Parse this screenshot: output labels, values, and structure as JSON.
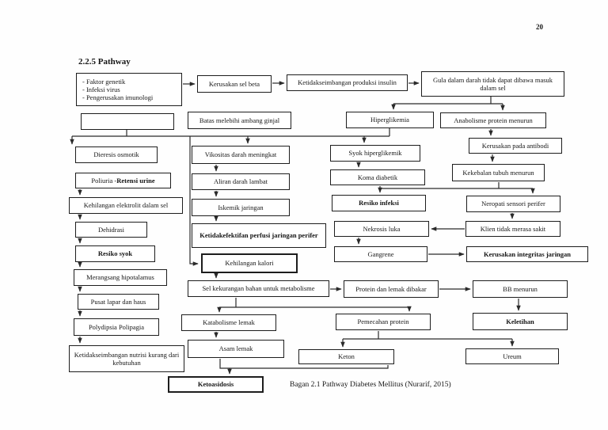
{
  "page": {
    "number": "20",
    "title": "2.2.5 Pathway",
    "caption": "Bagan 2.1 Pathway Diabetes Mellitus (Nurarif, 2015)"
  },
  "colors": {
    "line": "#2a2a2a",
    "text": "#161616",
    "background": "#ffffff",
    "box_border": "#1d1d1d"
  },
  "nodes": {
    "genetik_list": {
      "items": [
        "- Faktor genetik",
        "- Infeksi virus",
        "- Pengerusakan imunologi"
      ]
    },
    "kerusakan_sel_beta": {
      "label": "Kerusakan sel beta"
    },
    "ketidakseimbangan_insulin": {
      "label": "Ketidakseimbangan produksi insulin"
    },
    "gula_darah": {
      "label": "Gula dalam darah tidak dapat dibawa masuk dalam sel"
    },
    "empty_box": {
      "label": ""
    },
    "batas_ambang": {
      "label": "Batas melebihi ambang ginjal"
    },
    "hiperglikemia": {
      "label": "Hiperglikemia"
    },
    "anabolisme": {
      "label": "Anabolisme protein menurun"
    },
    "dieresis": {
      "label": "Dieresis osmotik"
    },
    "poliuria": {
      "prefix": "Poliuria - ",
      "bold_part": "Retensi urine"
    },
    "kehilangan_elektrolit": {
      "label": "Kehilangan elektrolit dalam sel"
    },
    "dehidrasi": {
      "label": "Dehidrasi"
    },
    "resiko_syok": {
      "label": "Resiko syok"
    },
    "merangsang": {
      "label": "Merangsang hipotalamus"
    },
    "pusat_lapar": {
      "label": "Pusat lapar dan haus"
    },
    "polydipsia": {
      "label": "Polydipsia Polipagia"
    },
    "ketidakseimbangan_nutrisi": {
      "label": "Ketidakseimbangan nutrisi kurang dari kebutuhan"
    },
    "vikositas": {
      "label": "Vikositas darah meningkat"
    },
    "aliran": {
      "label": "Aliran darah lambat"
    },
    "iskemik": {
      "label": "Iskemik jaringan"
    },
    "ketidakefektifan": {
      "label": "Ketidakefektifan perfusi jaringan perifer"
    },
    "kehilangan_kalori": {
      "label": "Kehilangan kalori"
    },
    "sel_kekurangan": {
      "label": "Sel kekurangan bahan untuk metabolisme"
    },
    "katabolisme": {
      "label": "Katabolisme lemak"
    },
    "asam_lemak": {
      "label": "Asam lemak"
    },
    "ketoasidosis": {
      "label": "Ketoasidosis"
    },
    "syok_hiperglikemik": {
      "label": "Syok hiperglikemik"
    },
    "koma_diabetik": {
      "label": "Koma diabetik"
    },
    "resiko_infeksi": {
      "label": "Resiko infeksi"
    },
    "nekrosis_luka": {
      "label": "Nekrosis luka"
    },
    "gangrene": {
      "label": "Gangrene"
    },
    "protein_lemak": {
      "label": "Protein dan lemak dibakar"
    },
    "pemecahan": {
      "label": "Pemecahan protein"
    },
    "keton": {
      "label": "Keton"
    },
    "kerusakan_antibodi": {
      "label": "Kerusakan pada antibodi"
    },
    "kekebalan": {
      "label": "Kekebalan tubuh menurun"
    },
    "neropati": {
      "label": "Neropati sensori perifer"
    },
    "klien_tidak": {
      "label": "Klien tidak merasa sakit"
    },
    "kerusakan_integritas": {
      "label": "Kerusakan integritas jaringan"
    },
    "bb_menurun": {
      "label": "BB menurun"
    },
    "keletihan": {
      "label": "Keletihan"
    },
    "ureum": {
      "label": "Ureum"
    }
  },
  "edges": [
    {
      "from": "faktor-genetik",
      "to": "kerusakan-sel-beta"
    },
    {
      "from": "kerusakan-sel-beta",
      "to": "ketidakseimbangan-produksi-insulin"
    },
    {
      "from": "ketidakseimbangan-produksi-insulin",
      "to": "gula-dalam-darah"
    },
    {
      "from": "gula-dalam-darah",
      "to": "hiperglikemia"
    },
    {
      "from": "gula-dalam-darah",
      "to": "anabolisme-protein-menurun"
    },
    {
      "from": "hiperglikemia",
      "to": "dieresis-osmotik"
    },
    {
      "from": "hiperglikemia",
      "to": "vikositas-darah-meningkat"
    },
    {
      "from": "hiperglikemia",
      "to": "syok-hiperglikemik"
    },
    {
      "from": "hiperglikemia",
      "to": "kehilangan-kalori"
    },
    {
      "from": "poliuria-retensi-urine",
      "to": "kehilangan-elektrolit-dalam-sel"
    },
    {
      "from": "kehilangan-elektrolit-dalam-sel",
      "to": "dehidrasi"
    },
    {
      "from": "dehidrasi",
      "to": "resiko-syok"
    },
    {
      "from": "resiko-syok",
      "to": "merangsang-hipotalamus"
    },
    {
      "from": "merangsang-hipotalamus",
      "to": "pusat-lapar-dan-haus"
    },
    {
      "from": "pusat-lapar-dan-haus",
      "to": "polydipsia-polipagia"
    },
    {
      "from": "polydipsia-polipagia",
      "to": "ketidakseimbangan-nutrisi-kurang-dari-kebutuhan"
    },
    {
      "from": "vikositas-darah-meningkat",
      "to": "aliran-darah-lambat"
    },
    {
      "from": "aliran-darah-lambat",
      "to": "iskemik-jaringan"
    },
    {
      "from": "iskemik-jaringan",
      "to": "ketidakefektifan-perfusi-jaringan-perifer"
    },
    {
      "from": "kehilangan-kalori",
      "to": "sel-kekurangan-bahan-untuk-metabolisme"
    },
    {
      "from": "sel-kekurangan-bahan-untuk-metabolisme",
      "to": "protein-dan-lemak-dibakar"
    },
    {
      "from": "sel-kekurangan-bahan-untuk-metabolisme",
      "to": "katabolisme-lemak"
    },
    {
      "from": "sel-kekurangan-bahan-untuk-metabolisme",
      "to": "pemecahan-protein"
    },
    {
      "from": "katabolisme-lemak",
      "to": "asam-lemak"
    },
    {
      "from": "asam-lemak",
      "to": "ketoasidosis"
    },
    {
      "from": "keton",
      "to": "ketoasidosis"
    },
    {
      "from": "syok-hiperglikemik",
      "to": "koma-diabetik"
    },
    {
      "from": "koma-diabetik",
      "to": "resiko-infeksi"
    },
    {
      "from": "kekebalan-tubuh-menurun",
      "to": "resiko-infeksi"
    },
    {
      "from": "kekebalan-tubuh-menurun",
      "to": "neropati-sensori-perifer"
    },
    {
      "from": "neropati-sensori-perifer",
      "to": "klien-tidak-merasa-sakit"
    },
    {
      "from": "klien-tidak-merasa-sakit",
      "to": "nekrosis-luka"
    },
    {
      "from": "nekrosis-luka",
      "to": "gangrene"
    },
    {
      "from": "gangrene",
      "to": "kerusakan-integritas-jaringan"
    },
    {
      "from": "anabolisme-protein-menurun",
      "to": "kerusakan-pada-antibodi"
    },
    {
      "from": "kerusakan-pada-antibodi",
      "to": "kekebalan-tubuh-menurun"
    },
    {
      "from": "protein-dan-lemak-dibakar",
      "to": "bb-menurun"
    },
    {
      "from": "bb-menurun",
      "to": "keletihan"
    },
    {
      "from": "pemecahan-protein",
      "to": "keton"
    },
    {
      "from": "pemecahan-protein",
      "to": "ureum"
    }
  ]
}
